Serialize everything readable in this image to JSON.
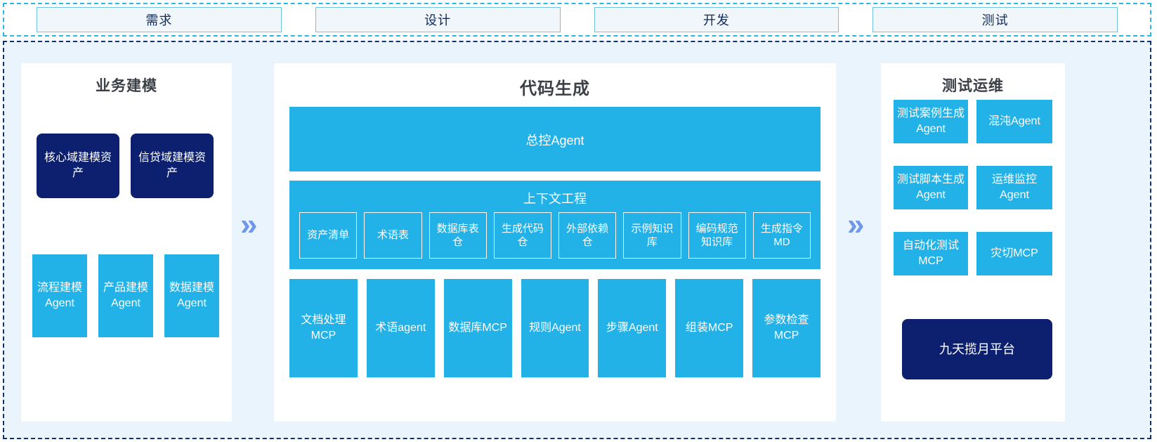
{
  "phases": [
    {
      "label": "需求"
    },
    {
      "label": "设计"
    },
    {
      "label": "开发"
    },
    {
      "label": "测试"
    }
  ],
  "separators": {
    "chevron_glyph": "»",
    "chevron_color": "#6f96ea"
  },
  "colors": {
    "cyan": "#22b2e8",
    "navy": "#0d2070",
    "panel_bg": "#ffffff",
    "stage_bg": "#e9f4fd",
    "phase_border": "#29b6e8",
    "main_border": "#15306e",
    "title_text": "#3b3f46"
  },
  "panels": {
    "business_modeling": {
      "title": "业务建模",
      "assets": [
        {
          "label": "核心域建模资产"
        },
        {
          "label": "信贷域建模资产"
        }
      ],
      "agents": [
        {
          "label": "流程建模Agent"
        },
        {
          "label": "产品建模Agent"
        },
        {
          "label": "数据建模Agent"
        }
      ]
    },
    "code_generation": {
      "title": "代码生成",
      "master_agent": {
        "label": "总控Agent"
      },
      "context_engineering": {
        "label": "上下文工程",
        "items": [
          {
            "label": "资产清单"
          },
          {
            "label": "术语表"
          },
          {
            "label": "数据库表仓"
          },
          {
            "label": "生成代码仓"
          },
          {
            "label": "外部依赖仓"
          },
          {
            "label": "示例知识库"
          },
          {
            "label": "编码规范知识库"
          },
          {
            "label": "生成指令MD"
          }
        ]
      },
      "tools": [
        {
          "label": "文档处理MCP"
        },
        {
          "label": "术语agent"
        },
        {
          "label": "数据库MCP"
        },
        {
          "label": "规则Agent"
        },
        {
          "label": "步骤Agent"
        },
        {
          "label": "组装MCP"
        },
        {
          "label": "参数检查MCP"
        }
      ]
    },
    "test_operations": {
      "title": "测试运维",
      "agents": [
        {
          "label": "测试案例生成Agent"
        },
        {
          "label": "混沌Agent"
        },
        {
          "label": "测试脚本生成Agent"
        },
        {
          "label": "运维监控Agent"
        },
        {
          "label": "自动化测试MCP"
        },
        {
          "label": "灾切MCP"
        }
      ],
      "platform": {
        "label": "九天揽月平台"
      }
    }
  }
}
